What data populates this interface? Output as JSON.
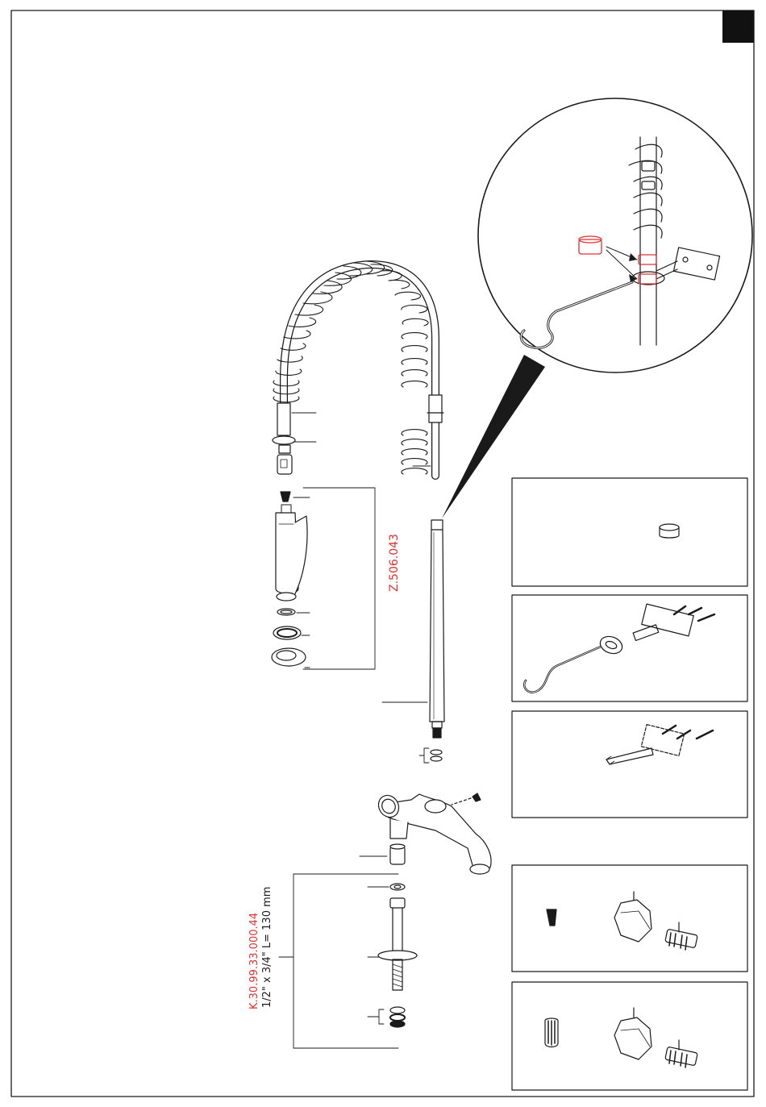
{
  "labels": {
    "spray_assembly_code": "Z.506.043",
    "riser_code": "K.30.99.33.000.44",
    "riser_spec": "1/2\" x 3/4\" L= 130 mm"
  },
  "colors": {
    "ink": "#1a1a1a",
    "accent": "#e03030",
    "tab": "#111111",
    "paper": "#ffffff"
  },
  "icons": {
    "corner_tab": "black-square-tab",
    "detail_magnifier": "circle-detail-view"
  }
}
